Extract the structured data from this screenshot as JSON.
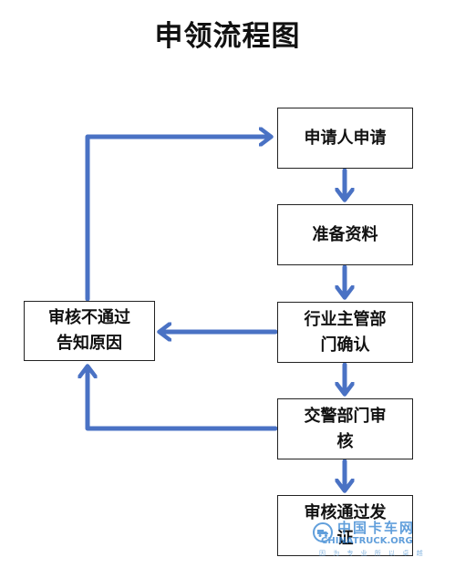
{
  "title": "申领流程图",
  "colors": {
    "arrow": "#4a72c4",
    "box_border": "#222222",
    "watermark": "#2d7fd0"
  },
  "nodes": {
    "apply": {
      "lines": [
        "申请人申请"
      ]
    },
    "prepare": {
      "lines": [
        "准备资料"
      ]
    },
    "dept": {
      "lines": [
        "行业主管部",
        "门确认"
      ]
    },
    "traffic": {
      "lines": [
        "交警部门审",
        "核"
      ]
    },
    "pass": {
      "lines": [
        "审核通过发",
        "证"
      ]
    },
    "reject": {
      "lines": [
        "审核不通过",
        "告知原因"
      ]
    }
  },
  "edges": [
    {
      "from": "apply",
      "to": "prepare"
    },
    {
      "from": "prepare",
      "to": "dept"
    },
    {
      "from": "dept",
      "to": "traffic"
    },
    {
      "from": "traffic",
      "to": "pass"
    },
    {
      "from": "dept",
      "to": "reject"
    },
    {
      "from": "traffic",
      "to": "reject"
    },
    {
      "from": "reject",
      "to": "apply"
    }
  ],
  "watermark": {
    "brand_cn": "中国卡车网",
    "brand_en": "CHINATRUCK.ORG",
    "tagline": "因 为 专 业 所 以 卓 越"
  }
}
